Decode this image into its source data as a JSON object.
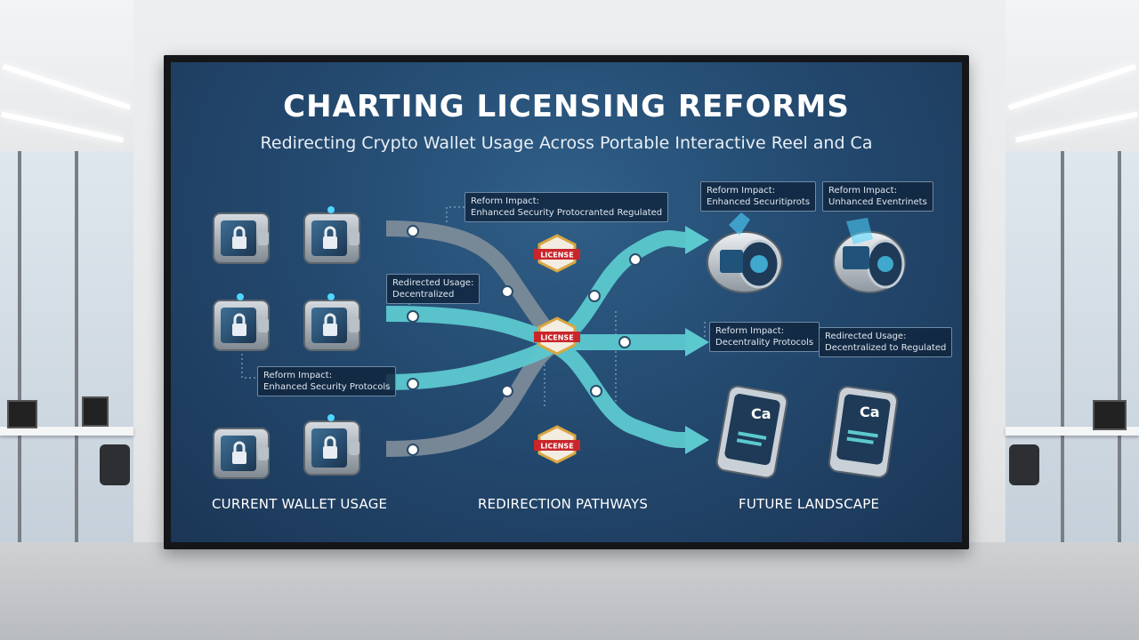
{
  "slide": {
    "title": "Charting Licensing Reforms",
    "subtitle": "Redirecting Crypto Wallet Usage Across Portable Interactive Reel and Ca"
  },
  "callouts": {
    "top_center": {
      "heading": "Reform Impact:",
      "text": "Enhanced Security Protocranted Regulated"
    },
    "left_middle": {
      "heading": "Redirected Usage:",
      "text": "Decentralized"
    },
    "left_lower": {
      "heading": "Reform Impact:",
      "text": "Enhanced Security Protocols"
    },
    "top_right_1": {
      "heading": "Reform Impact:",
      "text": "Enhanced Securitiprots"
    },
    "top_right_2": {
      "heading": "Reform Impact:",
      "text": "Unhanced Eventrinets"
    },
    "mid_right_1": {
      "heading": "Reform Impact:",
      "text": "Decentrality Protocols"
    },
    "mid_right_2": {
      "heading": "Redirected Usage:",
      "text": "Decentralized to Regulated"
    }
  },
  "license_badges": [
    "LICENSE",
    "LICENSE",
    "LICENSE"
  ],
  "device_labels": [
    "Ca",
    "Ca"
  ],
  "sections": {
    "left": "Current Wallet Usage",
    "center": "Redirection Pathways",
    "right": "Future Landscape"
  },
  "icons": [
    "padlock-wallet-icon",
    "license-badge-icon",
    "reel-device-icon",
    "mobile-device-icon"
  ],
  "colors": {
    "teal_arrow": "#5cc9cf",
    "gray_arrow": "#7c8b99",
    "badge_red": "#c9262b",
    "badge_gold": "#d9a640",
    "wallet_glow": "#4fd6ff"
  }
}
